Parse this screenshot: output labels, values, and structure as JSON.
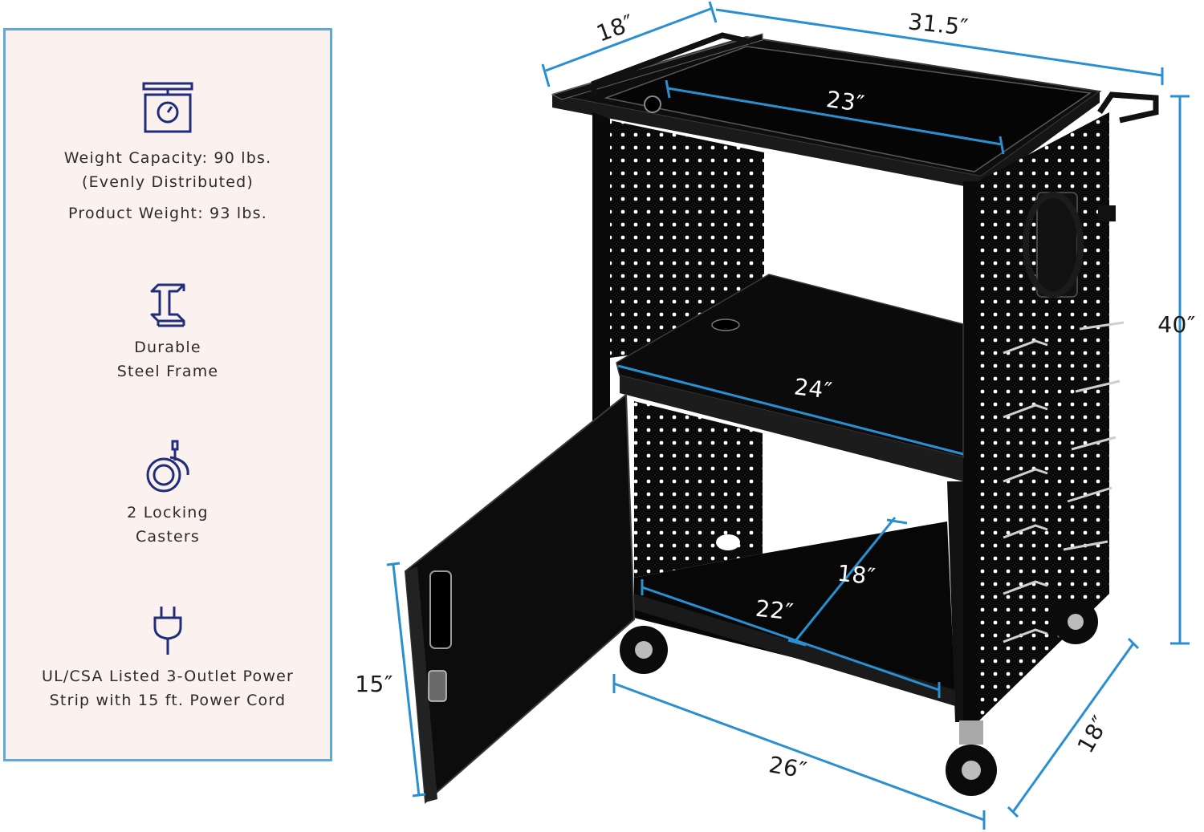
{
  "features": [
    {
      "icon": "scale-icon",
      "lines": [
        "Weight Capacity: 90 lbs.",
        "(Evenly Distributed)"
      ],
      "extra_lines": [
        "Product Weight: 93 lbs."
      ]
    },
    {
      "icon": "steel-beam-icon",
      "lines": [
        "Durable",
        "Steel Frame"
      ]
    },
    {
      "icon": "caster-icon",
      "lines": [
        "2 Locking",
        "Casters"
      ]
    },
    {
      "icon": "power-plug-icon",
      "lines": [
        "UL/CSA Listed 3-Outlet Power",
        "Strip with 15 ft. Power Cord"
      ]
    }
  ],
  "dimensions": {
    "top_depth": "18″",
    "overall_width": "31.5″",
    "top_shelf_width": "23″",
    "middle_shelf_width": "24″",
    "overall_height": "40″",
    "cabinet_depth": "18″",
    "cabinet_width": "22″",
    "door_height": "15″",
    "base_width": "26″",
    "base_depth": "18″"
  },
  "colors": {
    "panel_border": "#5fa8d8",
    "panel_background": "#fbf1ee",
    "icon_navy": "#1f2d7a",
    "dimension_line": "#2a8fd0",
    "cart_body": "#0b0b0b"
  }
}
